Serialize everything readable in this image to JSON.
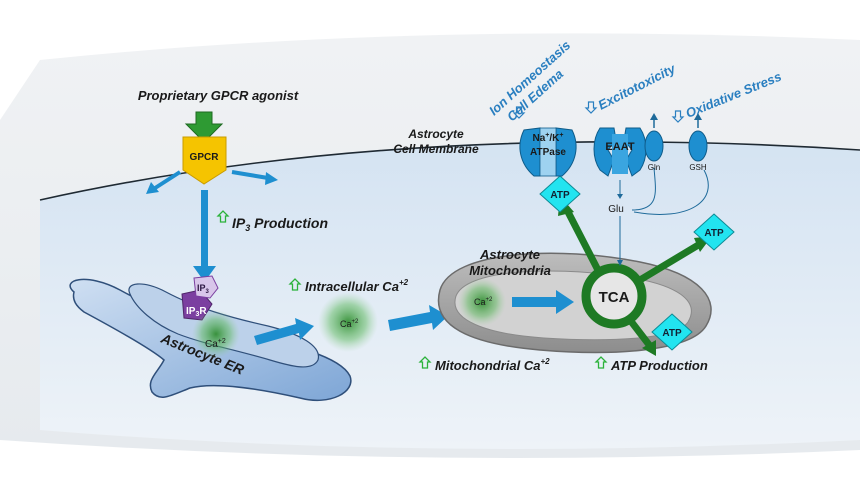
{
  "colors": {
    "background_top": "#e9eef3",
    "cytoplasm": "#c6d9ef",
    "membrane": "#1f2a33",
    "arrow_blue": "#1e8fd0",
    "arrow_green": "#1e7a24",
    "atp_fill": "#22e4f0",
    "gpcr_fill": "#f5c400",
    "ip3r_fill": "#7b3fa0",
    "up_arrow": "#2bb23a",
    "stress_label": "#2a7fc0"
  },
  "labels": {
    "agonist": "Proprietary GPCR agonist",
    "gpcr": "GPCR",
    "membrane_title": "Astrocyte",
    "membrane_subtitle": "Cell Membrane",
    "ip3_prefix": "IP",
    "ip3_sub": "3",
    "ip3_production_suffix": " Production",
    "ip3_tag_main": "IP",
    "ip3_tag_sub": "3",
    "ip3r_main": "IP",
    "ip3r_sub": "3",
    "ip3r_suffix": "R",
    "er": "Astrocyte ER",
    "ca": "Ca",
    "ca_sup": "+2",
    "intracellular_ca": "Intracellular Ca",
    "mito_title_1": "Astrocyte",
    "mito_title_2": "Mitochondria",
    "mito_ca": "Mitochondrial Ca",
    "tca": "TCA",
    "atp": "ATP",
    "atp_production": "ATP Production",
    "nak_line1_a": "Na",
    "nak_line1_b": "/K",
    "nak_sup": "+",
    "nak_line2": "ATPase",
    "eaat": "EAAT",
    "gln": "Gln",
    "gsh": "GSH",
    "glu": "Glu",
    "ion_homeostasis": "Ion Homeostasis",
    "cell_edema": "Cell Edema",
    "excitotoxicity": "Excitotoxicity",
    "oxidative_stress": "Oxidative Stress"
  }
}
